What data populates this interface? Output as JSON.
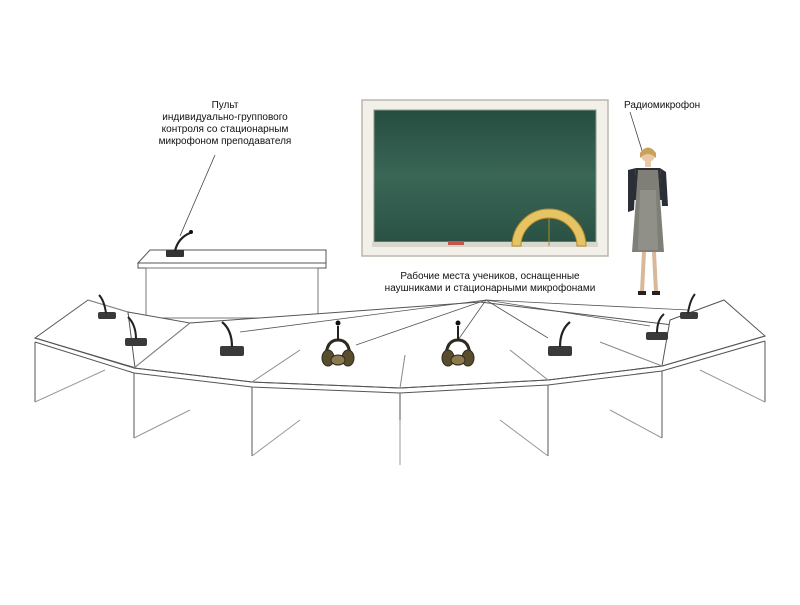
{
  "labels": {
    "teacher_console": [
      "Пульт",
      "индивидуально-группового",
      "контроля со стационарным",
      "микрофоном преподавателя"
    ],
    "radio_mic": "Радиомикрофон",
    "student_workplaces": [
      "Рабочие места учеников, оснащенные",
      "наушниками  и стационарными микрофонами"
    ]
  },
  "colors": {
    "board_surface": "#2f5a4c",
    "board_frame": "#f2f0e8",
    "protractor": "#e6c463",
    "desk_line": "#555555",
    "teacher_vest": "#7f7f78",
    "headset": "#5a4d2e"
  }
}
